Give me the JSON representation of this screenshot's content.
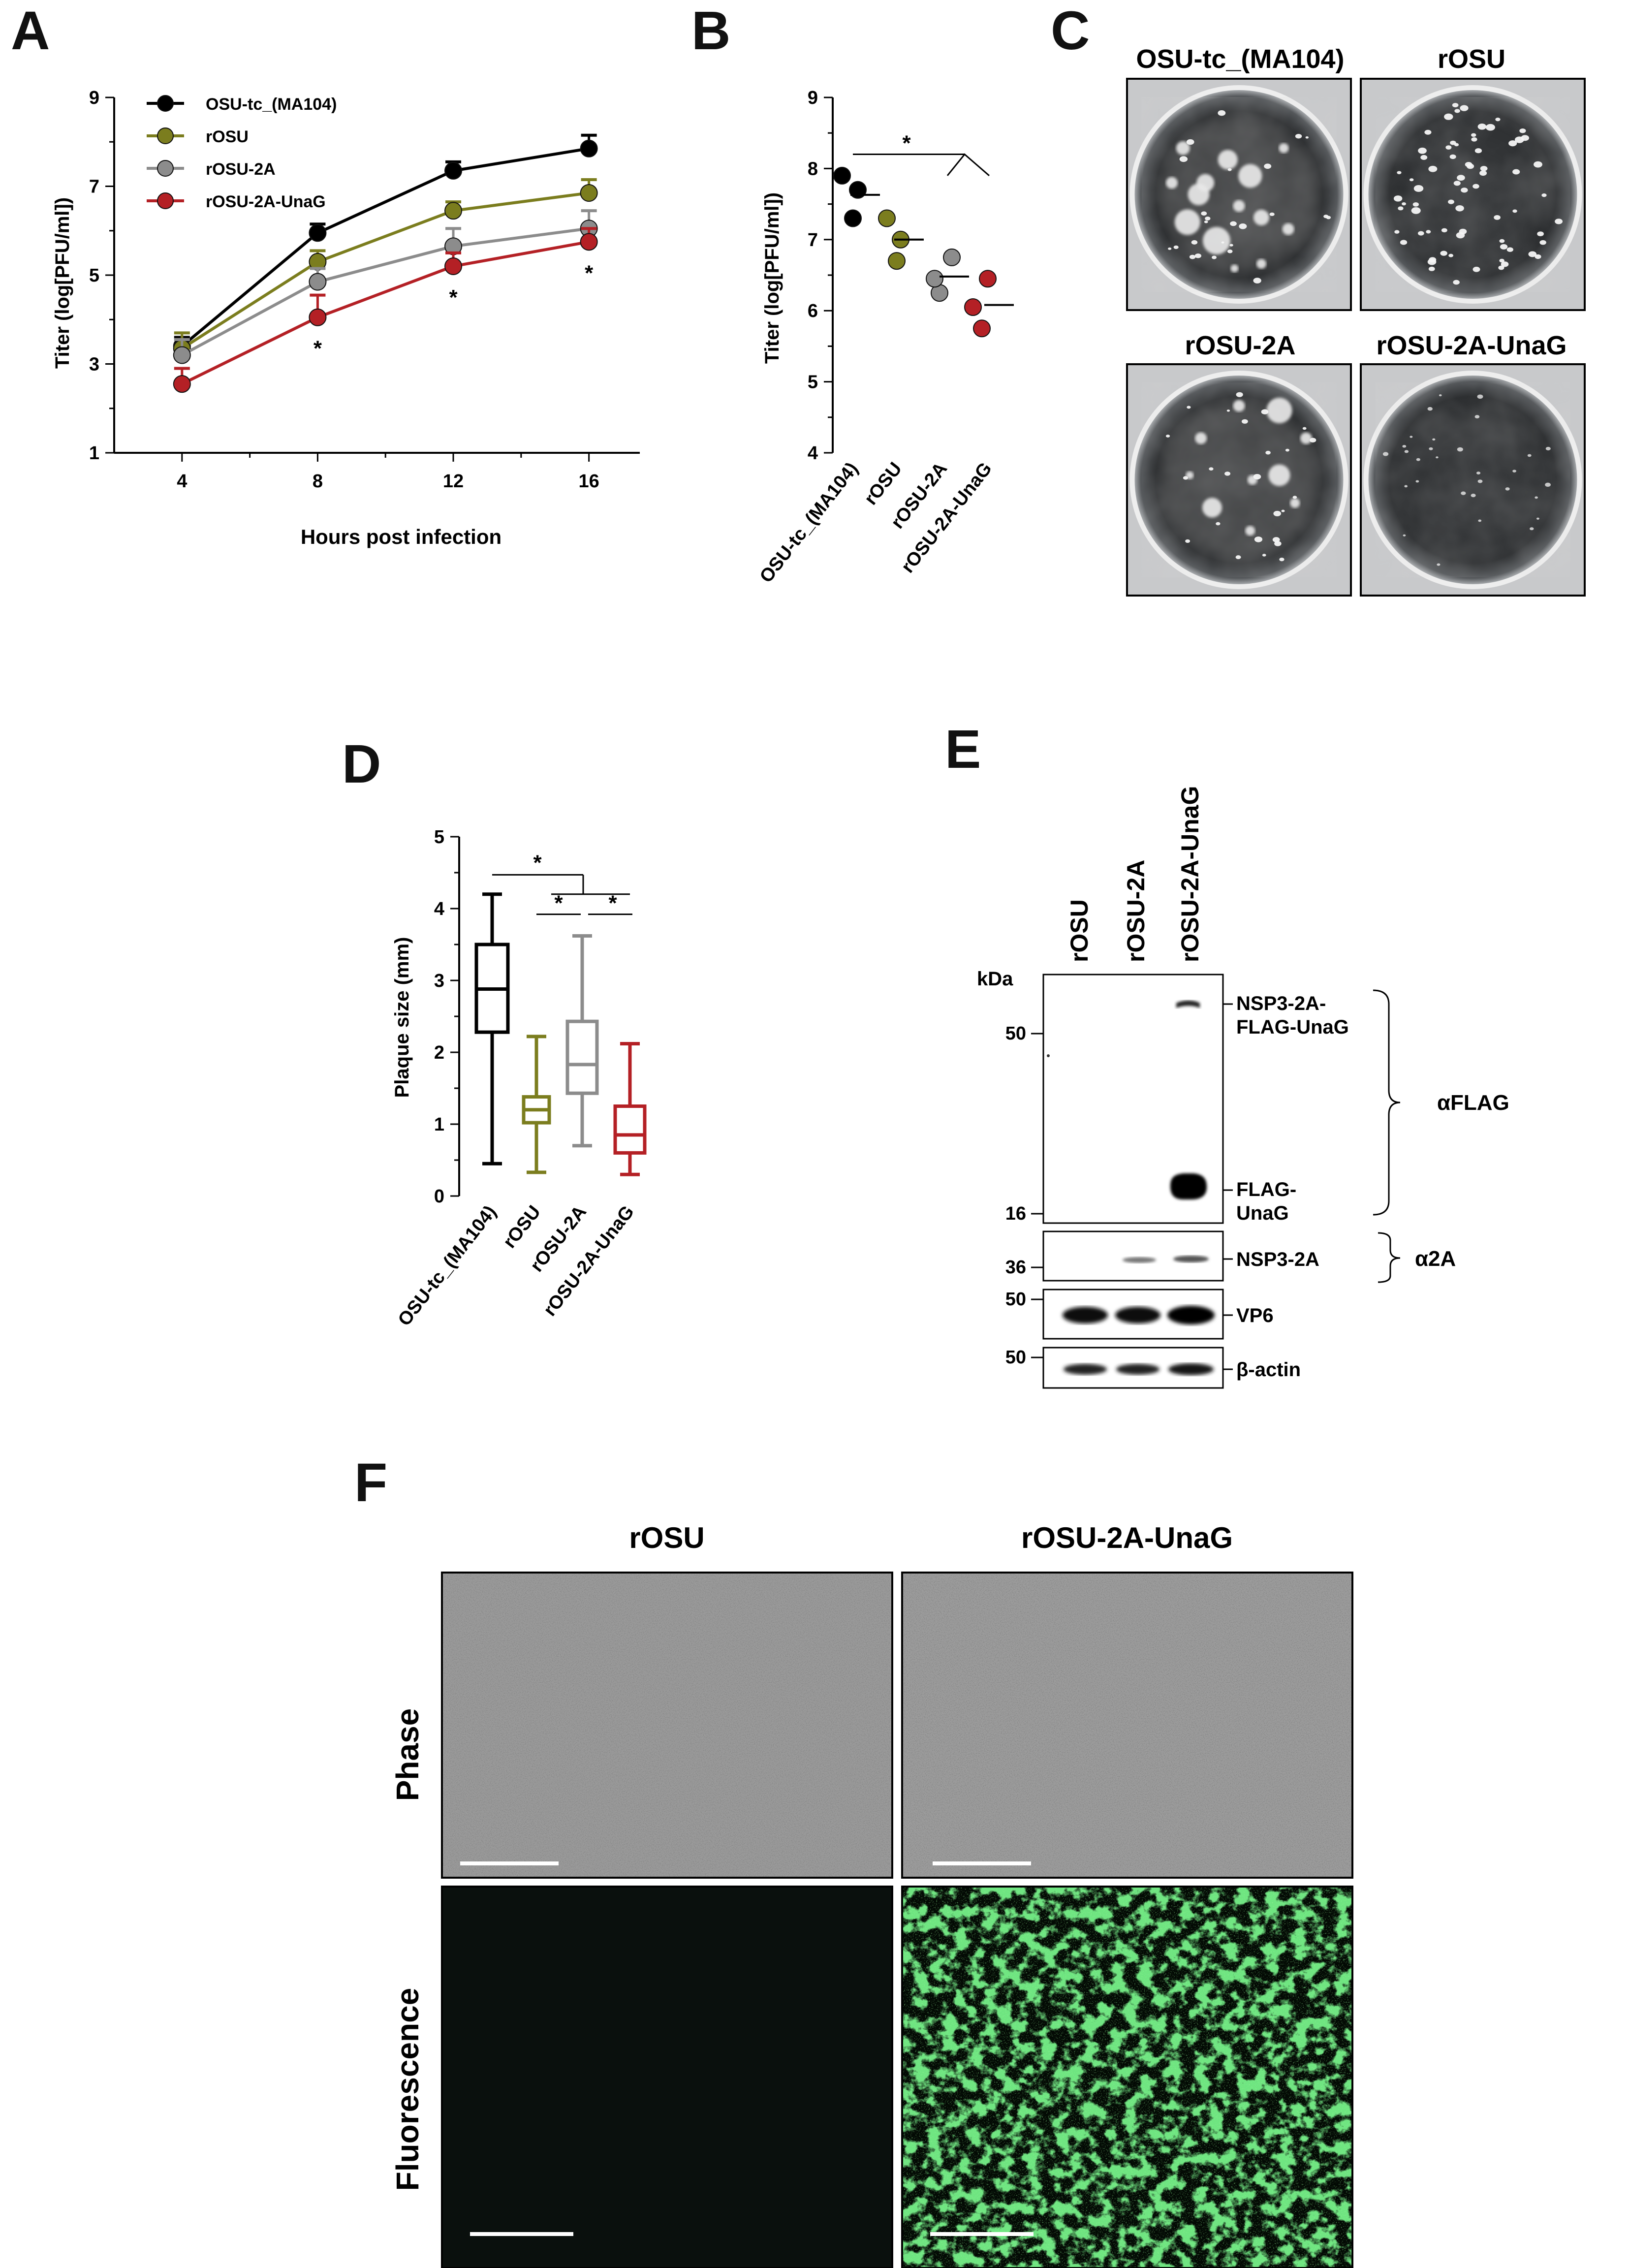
{
  "panels": {
    "A": "A",
    "B": "B",
    "C": "C",
    "D": "D",
    "E": "E",
    "F": "F"
  },
  "colors": {
    "osu": "#000000",
    "rosu": "#7b7d1e",
    "r2a": "#8c8c8c",
    "r2aunag": "#b42025",
    "fluor": "#2fc43a"
  },
  "chart_data": [
    {
      "id": "A",
      "type": "line",
      "xlabel": "Hours post infection",
      "ylabel": "Titer (log[PFU/ml])",
      "x": [
        4,
        8,
        12,
        16
      ],
      "xticks": [
        4,
        8,
        12,
        16
      ],
      "ylim": [
        1,
        9
      ],
      "yticks": [
        1,
        3,
        5,
        7,
        9
      ],
      "legend_position": "top-left",
      "series": [
        {
          "name": "OSU-tc_(MA104)",
          "color": "#000000",
          "values": [
            3.4,
            5.95,
            7.35,
            7.85
          ],
          "err": [
            0.2,
            0.2,
            0.2,
            0.3
          ]
        },
        {
          "name": "rOSU",
          "color": "#7b7d1e",
          "values": [
            3.35,
            5.3,
            6.45,
            6.85
          ],
          "err": [
            0.35,
            0.25,
            0.2,
            0.3
          ]
        },
        {
          "name": "rOSU-2A",
          "color": "#8c8c8c",
          "values": [
            3.2,
            4.85,
            5.65,
            6.05
          ],
          "err": [
            0.35,
            0.3,
            0.4,
            0.4
          ]
        },
        {
          "name": "rOSU-2A-UnaG",
          "color": "#b42025",
          "values": [
            2.55,
            4.05,
            5.2,
            5.75
          ],
          "err": [
            0.35,
            0.5,
            0.3,
            0.3
          ]
        }
      ],
      "significance": [
        {
          "x": 8,
          "label": "*"
        },
        {
          "x": 12,
          "label": "*"
        },
        {
          "x": 16,
          "label": "*"
        }
      ]
    },
    {
      "id": "B",
      "type": "scatter",
      "ylabel": "Titer (log[PFU/ml])",
      "categories": [
        "OSU-tc_(MA104)",
        "rOSU",
        "rOSU-2A",
        "rOSU-2A-UnaG"
      ],
      "ylim": [
        4,
        9
      ],
      "yticks": [
        4,
        5,
        6,
        7,
        8,
        9
      ],
      "colors": [
        "#000000",
        "#7b7d1e",
        "#8c8c8c",
        "#b42025"
      ],
      "points": [
        [
          7.9,
          7.7,
          7.3
        ],
        [
          7.3,
          7.0,
          6.7
        ],
        [
          6.75,
          6.25,
          6.45
        ],
        [
          6.45,
          6.05,
          5.75
        ]
      ],
      "means": [
        7.63,
        7.0,
        6.48,
        6.08
      ],
      "significance": "*"
    },
    {
      "id": "D",
      "type": "box",
      "ylabel": "Plaque size (mm)",
      "categories": [
        "OSU-tc_(MA104)",
        "rOSU",
        "rOSU-2A",
        "rOSU-2A-UnaG"
      ],
      "ylim": [
        0,
        5
      ],
      "yticks": [
        0,
        1,
        2,
        3,
        4,
        5
      ],
      "colors": [
        "#000000",
        "#7b7d1e",
        "#8c8c8c",
        "#b42025"
      ],
      "boxes": [
        {
          "min": 0.45,
          "q1": 2.28,
          "median": 2.88,
          "q3": 3.5,
          "max": 4.2
        },
        {
          "min": 0.33,
          "q1": 1.02,
          "median": 1.2,
          "q3": 1.38,
          "max": 2.22
        },
        {
          "min": 0.7,
          "q1": 1.43,
          "median": 1.83,
          "q3": 2.43,
          "max": 3.62
        },
        {
          "min": 0.3,
          "q1": 0.6,
          "median": 0.85,
          "q3": 1.25,
          "max": 2.12
        }
      ],
      "significance": [
        "*",
        "*",
        "*"
      ]
    }
  ],
  "panelC": {
    "labels": [
      "OSU-tc_(MA104)",
      "rOSU",
      "rOSU-2A",
      "rOSU-2A-UnaG"
    ]
  },
  "panelE": {
    "lanes": [
      "rOSU",
      "rOSU-2A",
      "rOSU-2A-UnaG"
    ],
    "kda_label": "kDa",
    "markers": {
      "m50a": "50",
      "m16": "16",
      "m36": "36",
      "m50b": "50",
      "m50c": "50"
    },
    "band_labels": {
      "nsp3_flag_1": "NSP3-2A-",
      "nsp3_flag_2": "FLAG-UnaG",
      "flag_unag_1": "FLAG-",
      "flag_unag_2": "UnaG",
      "nsp3_2a": "NSP3-2A",
      "vp6": "VP6",
      "actin": "β-actin"
    },
    "antibodies": {
      "flag": "αFLAG",
      "a2a": "α2A"
    }
  },
  "panelF": {
    "columns": [
      "rOSU",
      "rOSU-2A-UnaG"
    ],
    "rows": [
      "Phase",
      "Fluorescence"
    ]
  }
}
